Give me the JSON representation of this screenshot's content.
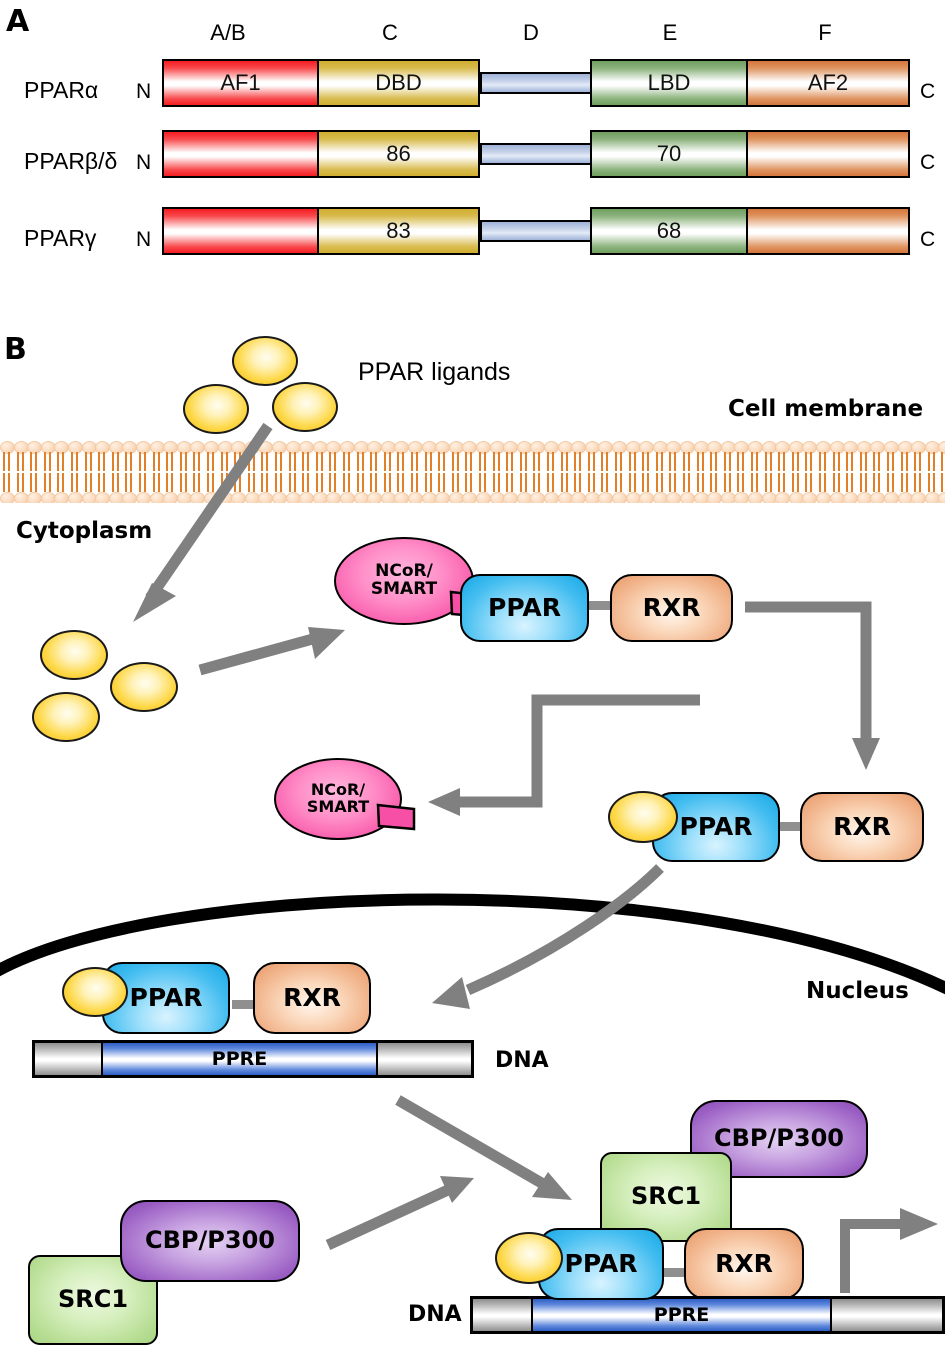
{
  "panels": {
    "a_letter": "A",
    "b_letter": "B"
  },
  "panel_a": {
    "domain_headers": [
      {
        "id": "ab",
        "label": "A/B"
      },
      {
        "id": "c",
        "label": "C"
      },
      {
        "id": "d",
        "label": "D"
      },
      {
        "id": "e",
        "label": "E"
      },
      {
        "id": "f",
        "label": "F"
      }
    ],
    "n_terminus": "N",
    "c_terminus": "C",
    "isoforms": [
      {
        "name": "PPARα",
        "ab": "AF1",
        "c": "DBD",
        "e": "LBD",
        "f": "AF2"
      },
      {
        "name": "PPARβ/δ",
        "ab": "",
        "c": "86",
        "e": "70",
        "f": ""
      },
      {
        "name": "PPARγ",
        "ab": "",
        "c": "83",
        "e": "68",
        "f": ""
      }
    ],
    "colors": {
      "ab": "#f41d22",
      "c": "#cfae31",
      "d": "#9fb2d8",
      "e": "#6f9e5f",
      "f": "#d4763c"
    }
  },
  "panel_b": {
    "labels": {
      "ligands": "PPAR ligands",
      "cell_membrane": "Cell membrane",
      "cytoplasm": "Cytoplasm",
      "nucleus": "Nucleus",
      "dna_top": "DNA",
      "dna_bottom": "DNA"
    },
    "proteins": {
      "ppar": "PPAR",
      "rxr": "RXR",
      "ncor_line1": "NCoR/",
      "ncor_line2": "SMART",
      "src1": "SRC1",
      "cbp": "CBP/P300",
      "ppre": "PPRE"
    },
    "colors": {
      "ppar": "#17a8e6",
      "rxr": "#e79a68",
      "ncor": "#f74fa5",
      "src1": "#b6dd92",
      "cbp": "#9b5fc4",
      "ligand": "#fdd745",
      "arrow": "#808080",
      "membrane_head": "#fbdcc0",
      "membrane_tail": "#e2802a",
      "ppre": "#2f5fc4",
      "dna_flank": "#8f8f8f",
      "nuclear_envelope": "#000000"
    }
  }
}
